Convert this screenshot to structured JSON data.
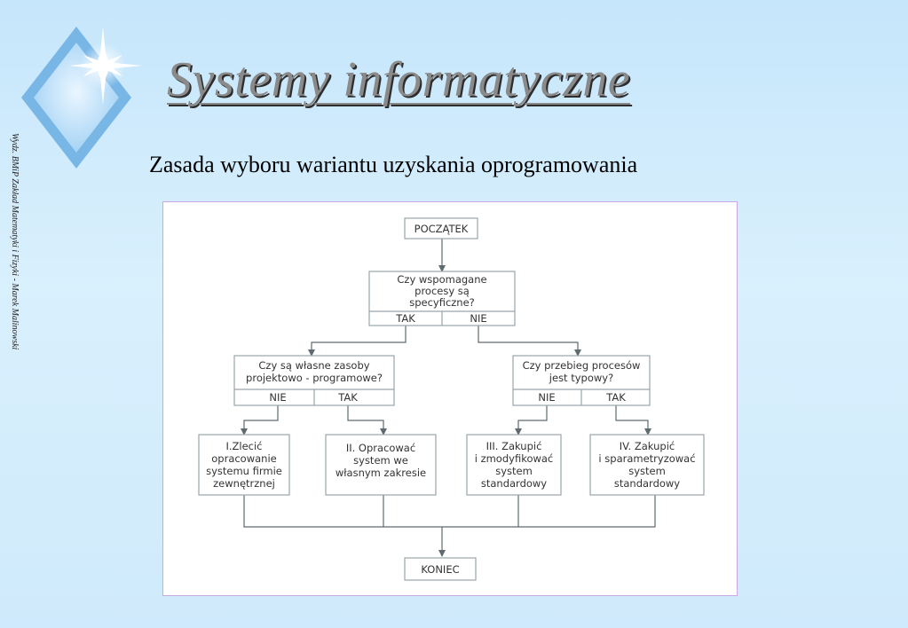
{
  "slide": {
    "title": "Systemy informatyczne",
    "subtitle": "Zasada wyboru wariantu uzyskania oprogramowania",
    "side_caption": "Wydz. BMiP Zakład Matematyki i Fizyki - Marek Malinowski"
  },
  "flowchart": {
    "start": "POCZĄTEK",
    "q1": {
      "lines": [
        "Czy wspomagane",
        "procesy są",
        "specyficzne?"
      ],
      "yes": "TAK",
      "no": "NIE"
    },
    "q2": {
      "lines": [
        "Czy są własne zasoby",
        "projektowo - programowe?"
      ],
      "no": "NIE",
      "yes": "TAK"
    },
    "q3": {
      "lines": [
        "Czy przebieg procesów",
        "jest typowy?"
      ],
      "no": "NIE",
      "yes": "TAK"
    },
    "options": [
      {
        "lines": [
          "I.Zlecić",
          "opracowanie",
          "systemu firmie",
          "zewnętrznej"
        ]
      },
      {
        "lines": [
          "II. Opracować",
          "system we",
          "własnym zakresie"
        ]
      },
      {
        "lines": [
          "III. Zakupić",
          "i zmodyfikować",
          "system",
          "standardowy"
        ]
      },
      {
        "lines": [
          "IV. Zakupić",
          "i sparametryzować",
          "system",
          "standardowy"
        ]
      }
    ],
    "end": "KONIEC"
  },
  "colors": {
    "background": "#cfeafc",
    "diamond": "#7fbbe8",
    "frame_border": "#c9a8e6"
  }
}
